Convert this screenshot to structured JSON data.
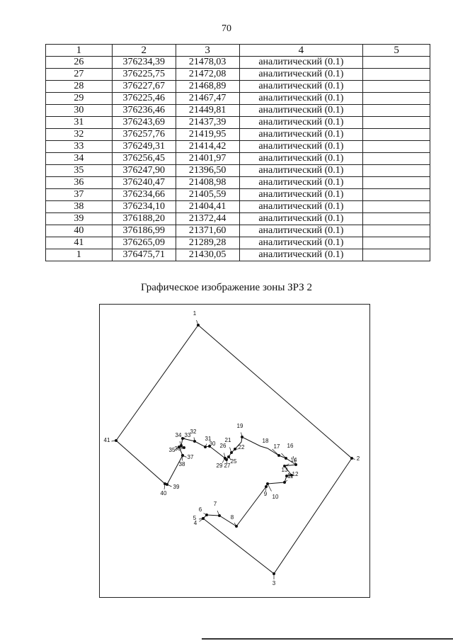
{
  "page_number": "70",
  "table": {
    "headers": [
      "1",
      "2",
      "3",
      "4",
      "5"
    ],
    "rows": [
      [
        "26",
        "376234,39",
        "21478,03",
        "аналитический (0.1)",
        ""
      ],
      [
        "27",
        "376225,75",
        "21472,08",
        "аналитический (0.1)",
        ""
      ],
      [
        "28",
        "376227,67",
        "21468,89",
        "аналитический (0.1)",
        ""
      ],
      [
        "29",
        "376225,46",
        "21467,47",
        "аналитический (0.1)",
        ""
      ],
      [
        "30",
        "376236,46",
        "21449,81",
        "аналитический (0.1)",
        ""
      ],
      [
        "31",
        "376243,69",
        "21437,39",
        "аналитический (0.1)",
        ""
      ],
      [
        "32",
        "376257,76",
        "21419,95",
        "аналитический (0.1)",
        ""
      ],
      [
        "33",
        "376249,31",
        "21414,42",
        "аналитический (0.1)",
        ""
      ],
      [
        "34",
        "376256,45",
        "21401,97",
        "аналитический (0.1)",
        ""
      ],
      [
        "35",
        "376247,90",
        "21396,50",
        "аналитический (0.1)",
        ""
      ],
      [
        "36",
        "376240,47",
        "21408,98",
        "аналитический (0.1)",
        ""
      ],
      [
        "37",
        "376234,66",
        "21405,59",
        "аналитический (0.1)",
        ""
      ],
      [
        "38",
        "376234,10",
        "21404,41",
        "аналитический (0.1)",
        ""
      ],
      [
        "39",
        "376188,20",
        "21372,44",
        "аналитический (0.1)",
        ""
      ],
      [
        "40",
        "376186,99",
        "21371,60",
        "аналитический (0.1)",
        ""
      ],
      [
        "41",
        "376265,09",
        "21289,28",
        "аналитический (0.1)",
        ""
      ],
      [
        "1",
        "376475,71",
        "21430,05",
        "аналитический (0.1)",
        ""
      ]
    ]
  },
  "caption": "Графическое изображение зоны ЗРЗ 2",
  "diagram": {
    "points": [
      "1",
      "2",
      "3",
      "4",
      "5",
      "6",
      "7",
      "8",
      "9",
      "10",
      "11",
      "12",
      "13",
      "14",
      "16",
      "17",
      "18",
      "19",
      "21",
      "22",
      "25",
      "26",
      "27",
      "29",
      "30",
      "31",
      "32",
      "33",
      "34",
      "35",
      "36",
      "37",
      "38",
      "39",
      "40",
      "41"
    ]
  }
}
